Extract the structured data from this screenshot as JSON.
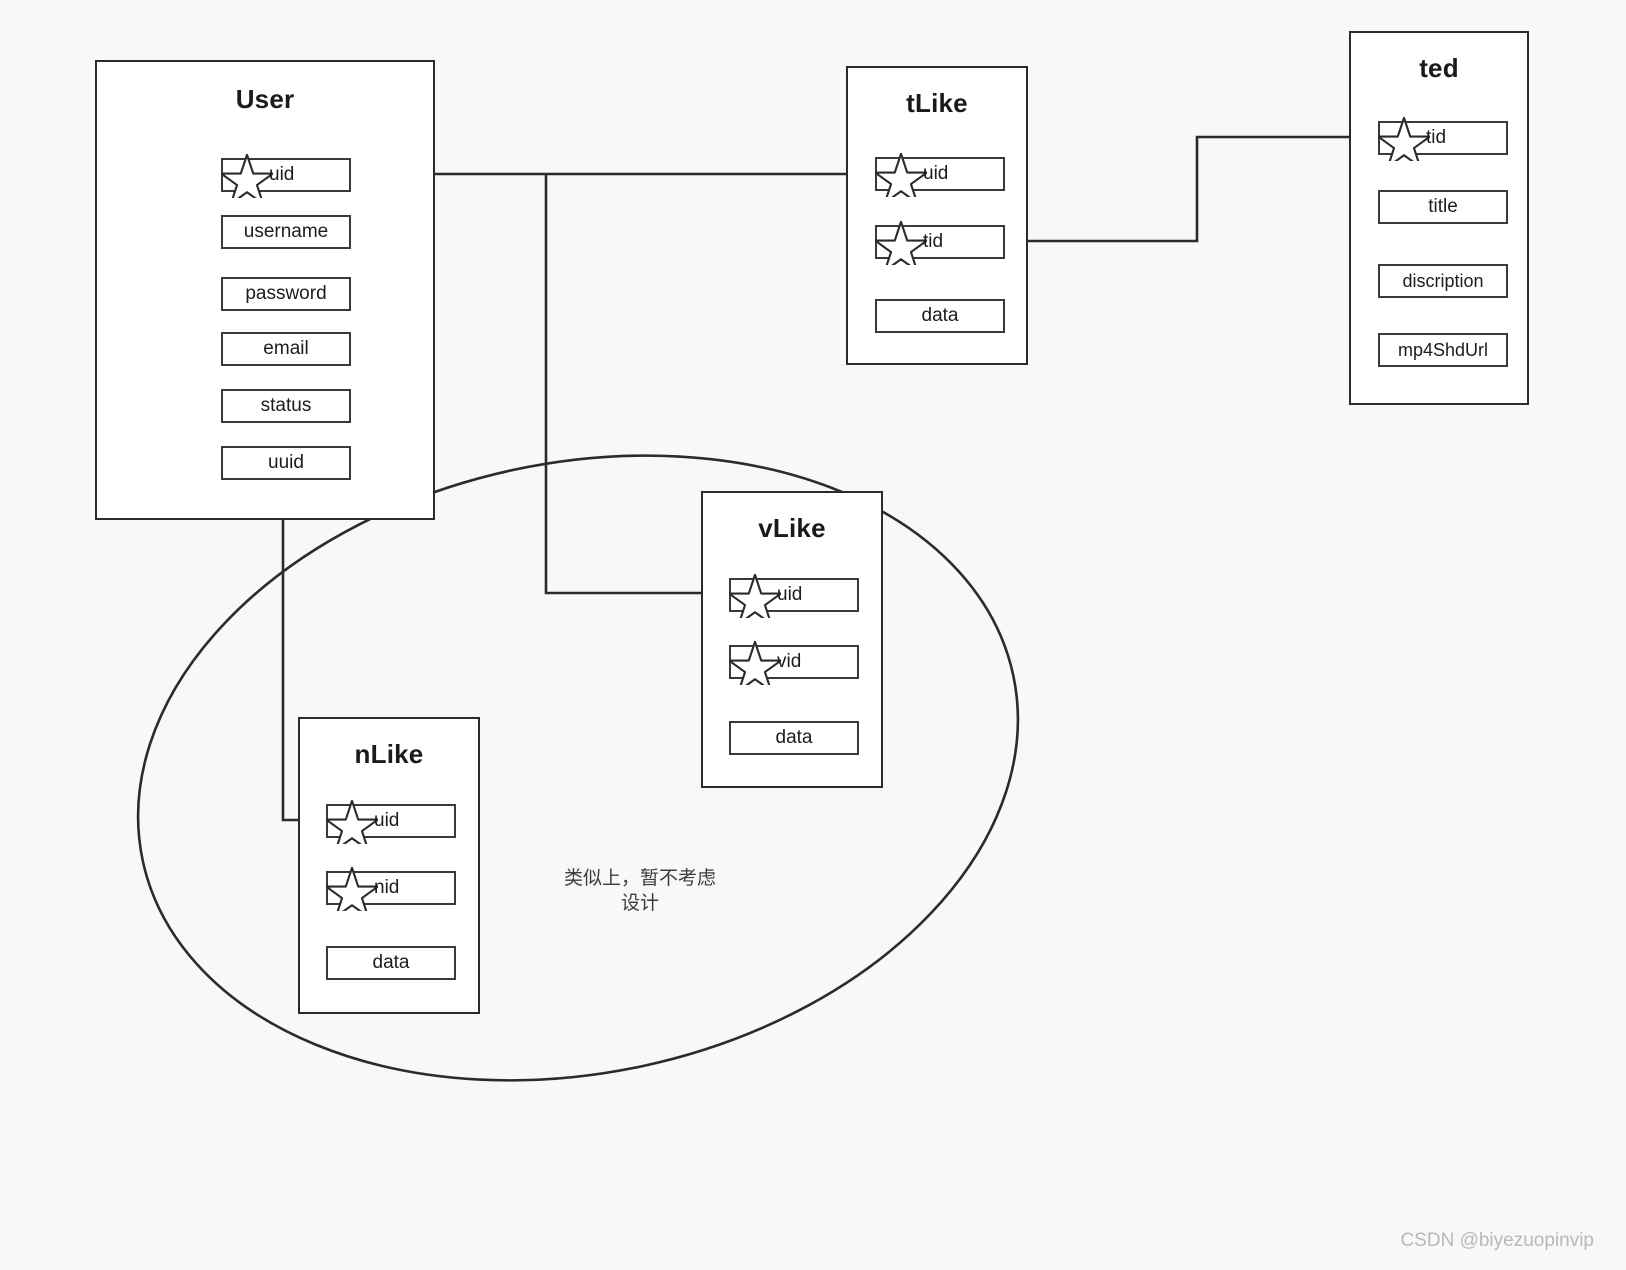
{
  "diagram": {
    "title_hidden": "",
    "background_color": "#f8f8f8",
    "line_color": "#2b2b2b"
  },
  "entities": [
    {
      "id": "user",
      "name": "User",
      "fields": [
        {
          "label": "uid",
          "primary": true
        },
        {
          "label": "username",
          "primary": false
        },
        {
          "label": "password",
          "primary": false
        },
        {
          "label": "email",
          "primary": false
        },
        {
          "label": "status",
          "primary": false
        },
        {
          "label": "uuid",
          "primary": false
        }
      ]
    },
    {
      "id": "tlike",
      "name": "tLike",
      "fields": [
        {
          "label": "uid",
          "primary": true
        },
        {
          "label": "tid",
          "primary": true
        },
        {
          "label": "data",
          "primary": false
        }
      ]
    },
    {
      "id": "ted",
      "name": "ted",
      "fields": [
        {
          "label": "tid",
          "primary": true
        },
        {
          "label": "title",
          "primary": false
        },
        {
          "label": "discription",
          "primary": false
        },
        {
          "label": "mp4ShdUrl",
          "primary": false
        }
      ]
    },
    {
      "id": "vlike",
      "name": "vLike",
      "fields": [
        {
          "label": "uid",
          "primary": true
        },
        {
          "label": "vid",
          "primary": true
        },
        {
          "label": "data",
          "primary": false
        }
      ]
    },
    {
      "id": "nlike",
      "name": "nLike",
      "fields": [
        {
          "label": "uid",
          "primary": true
        },
        {
          "label": "nid",
          "primary": true
        },
        {
          "label": "data",
          "primary": false
        }
      ]
    }
  ],
  "annotation": {
    "line1": "类似上，暂不考虑",
    "line2": "设计"
  },
  "watermark": {
    "text": "CSDN @biyezuopinvip"
  },
  "relationships": [
    {
      "from": "User.uid",
      "to": "tLike.uid"
    },
    {
      "from": "User.uid",
      "to": "vLike.uid"
    },
    {
      "from": "User.uid",
      "to": "nLike.uid"
    },
    {
      "from": "tLike.tid",
      "to": "ted.tid"
    }
  ]
}
